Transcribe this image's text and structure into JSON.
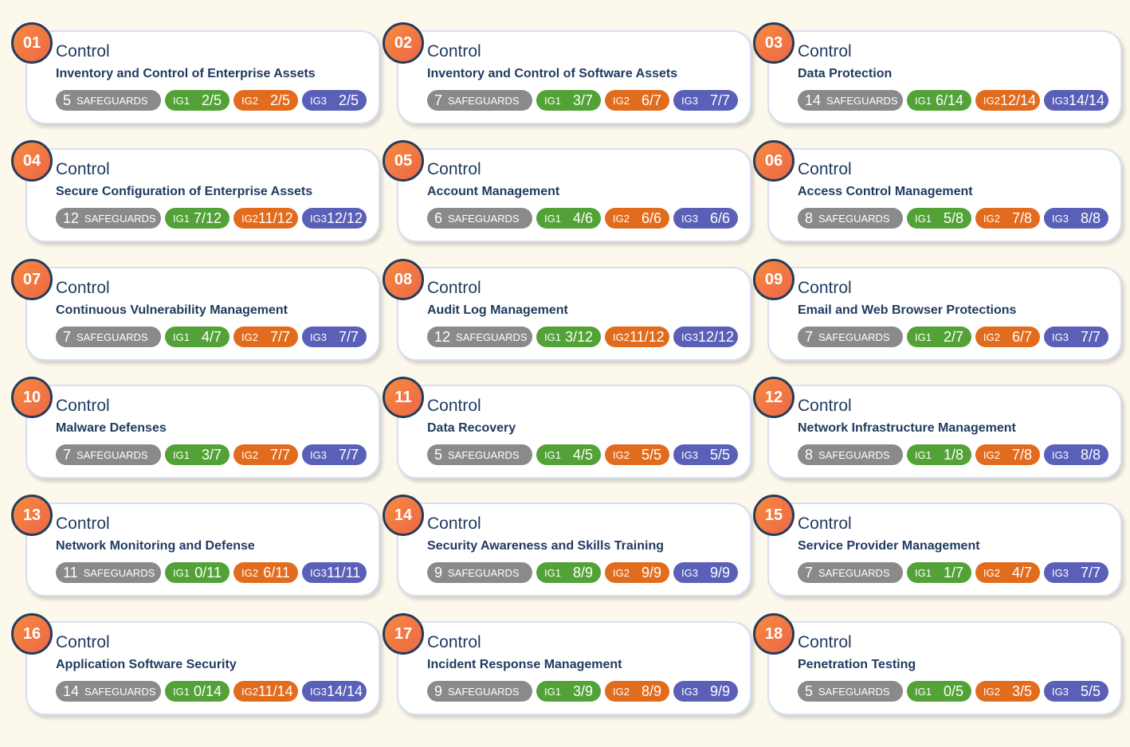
{
  "card_prefix": "Control",
  "labels": {
    "safeguards": "SAFEGUARDS",
    "ig1": "IG1",
    "ig2": "IG2",
    "ig3": "IG3"
  },
  "colors": {
    "safeguards": "#8b8a8a",
    "ig1": "#53a237",
    "ig2": "#e26c1e",
    "ig3": "#5a5fb8",
    "badge": "#f07a40",
    "title": "#1f3a5f"
  },
  "controls": [
    {
      "num": "01",
      "name": "Inventory and Control of Enterprise Assets",
      "safeguards": "5",
      "ig1": "2/5",
      "ig2": "2/5",
      "ig3": "2/5"
    },
    {
      "num": "02",
      "name": "Inventory and Control of Software Assets",
      "safeguards": "7",
      "ig1": "3/7",
      "ig2": "6/7",
      "ig3": "7/7"
    },
    {
      "num": "03",
      "name": "Data Protection",
      "safeguards": "14",
      "ig1": "6/14",
      "ig2": "12/14",
      "ig3": "14/14"
    },
    {
      "num": "04",
      "name": "Secure Configuration of Enterprise Assets",
      "safeguards": "12",
      "ig1": "7/12",
      "ig2": "11/12",
      "ig3": "12/12"
    },
    {
      "num": "05",
      "name": "Account Management",
      "safeguards": "6",
      "ig1": "4/6",
      "ig2": "6/6",
      "ig3": "6/6"
    },
    {
      "num": "06",
      "name": "Access Control Management",
      "safeguards": "8",
      "ig1": "5/8",
      "ig2": "7/8",
      "ig3": "8/8"
    },
    {
      "num": "07",
      "name": "Continuous Vulnerability Management",
      "safeguards": "7",
      "ig1": "4/7",
      "ig2": "7/7",
      "ig3": "7/7"
    },
    {
      "num": "08",
      "name": "Audit Log Management",
      "safeguards": "12",
      "ig1": "3/12",
      "ig2": "11/12",
      "ig3": "12/12"
    },
    {
      "num": "09",
      "name": "Email and Web Browser Protections",
      "safeguards": "7",
      "ig1": "2/7",
      "ig2": "6/7",
      "ig3": "7/7"
    },
    {
      "num": "10",
      "name": "Malware Defenses",
      "safeguards": "7",
      "ig1": "3/7",
      "ig2": "7/7",
      "ig3": "7/7"
    },
    {
      "num": "11",
      "name": "Data Recovery",
      "safeguards": "5",
      "ig1": "4/5",
      "ig2": "5/5",
      "ig3": "5/5"
    },
    {
      "num": "12",
      "name": "Network Infrastructure Management",
      "safeguards": "8",
      "ig1": "1/8",
      "ig2": "7/8",
      "ig3": "8/8"
    },
    {
      "num": "13",
      "name": "Network Monitoring and Defense",
      "safeguards": "11",
      "ig1": "0/11",
      "ig2": "6/11",
      "ig3": "11/11"
    },
    {
      "num": "14",
      "name": "Security Awareness and Skills Training",
      "safeguards": "9",
      "ig1": "8/9",
      "ig2": "9/9",
      "ig3": "9/9"
    },
    {
      "num": "15",
      "name": "Service Provider Management",
      "safeguards": "7",
      "ig1": "1/7",
      "ig2": "4/7",
      "ig3": "7/7"
    },
    {
      "num": "16",
      "name": "Application Software Security",
      "safeguards": "14",
      "ig1": "0/14",
      "ig2": "11/14",
      "ig3": "14/14"
    },
    {
      "num": "17",
      "name": "Incident Response Management",
      "safeguards": "9",
      "ig1": "3/9",
      "ig2": "8/9",
      "ig3": "9/9"
    },
    {
      "num": "18",
      "name": "Penetration Testing",
      "safeguards": "5",
      "ig1": "0/5",
      "ig2": "3/5",
      "ig3": "5/5"
    }
  ]
}
